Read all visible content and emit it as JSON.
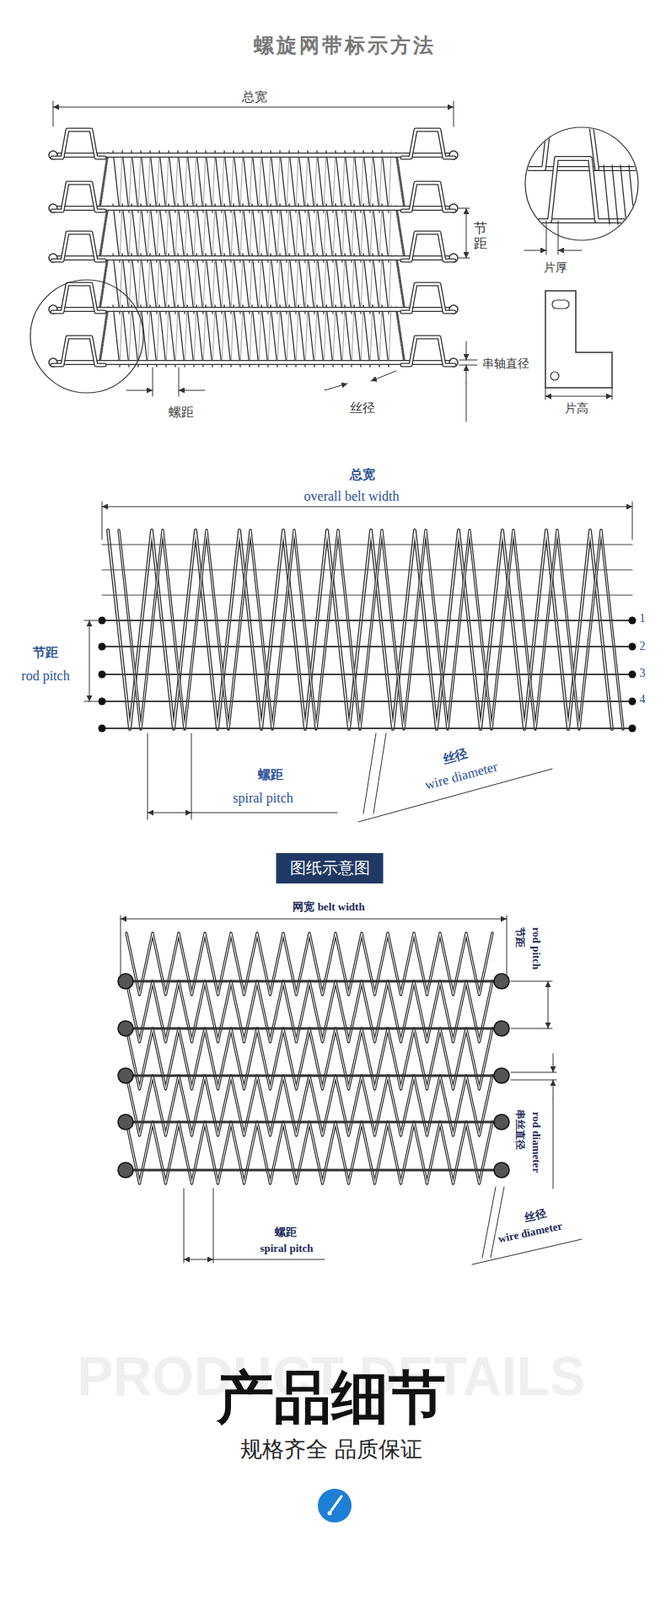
{
  "diagram": {
    "title": "螺旋网带标示方法",
    "nodes": [
      {
        "text": [
          "图纸示意图"
        ]
      }
    ],
    "labels": [
      "总宽",
      "节距",
      "片厚",
      "串轴直径",
      "螺距",
      "丝径",
      "片高",
      "总宽",
      "overall belt width",
      "节距",
      "rod pitch",
      "1",
      "2",
      "3",
      "4",
      "螺距",
      "spiral pitch",
      "丝径",
      "wire diameter",
      "网宽 belt width",
      "节距",
      "rod pitch",
      "串丝直径",
      "rod diameter",
      "螺距",
      "spiral pitch",
      "丝径",
      "wire diameter",
      "PRODUCT DETAILS",
      "产品细节",
      "规格齐全 品质保证"
    ]
  }
}
